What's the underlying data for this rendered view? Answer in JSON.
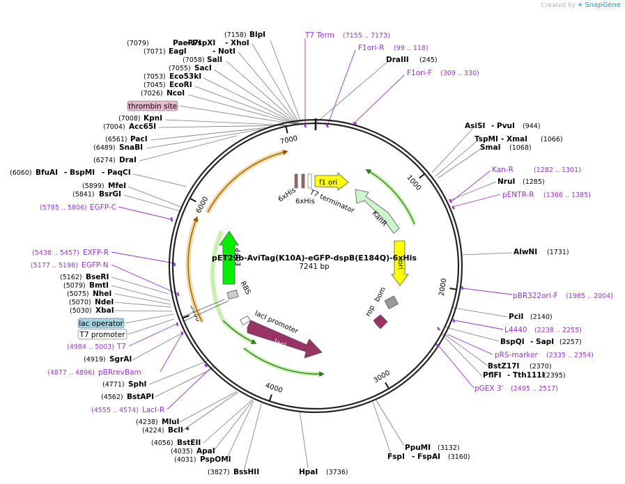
{
  "credit": {
    "prefix": "Created by",
    "icon": "snapgene-logo-icon",
    "brand": "SnapGene"
  },
  "plasmid": {
    "name": "pET29b-AviTag(K10A)-eGFP-dspB(E184Q)-6xHis",
    "length_label": "7241 bp",
    "length": 7241
  },
  "ticks": [
    "1000",
    "2000",
    "3000",
    "4000",
    "5000",
    "6000",
    "7000"
  ],
  "sites": [
    {
      "name": "BlpI",
      "pos": "(7158)"
    },
    {
      "name": "PaeR7I",
      "pos": "(7079)"
    },
    {
      "name": "- PspXI",
      "pos": ""
    },
    {
      "name": "- XhoI",
      "pos": ""
    },
    {
      "name": "EagI",
      "pos": "(7071)"
    },
    {
      "name": "- NotI",
      "pos": ""
    },
    {
      "name": "SalI",
      "pos": "(7058)"
    },
    {
      "name": "SacI",
      "pos": "(7055)"
    },
    {
      "name": "Eco53kI",
      "pos": "(7053)"
    },
    {
      "name": "EcoRI",
      "pos": "(7045)"
    },
    {
      "name": "NcoI",
      "pos": "(7026)"
    },
    {
      "name": "KpnI",
      "pos": "(7008)"
    },
    {
      "name": "Acc65I",
      "pos": "(7004)"
    },
    {
      "name": "PacI",
      "pos": "(6561)"
    },
    {
      "name": "SnaBI",
      "pos": "(6489)"
    },
    {
      "name": "DraI",
      "pos": "(6274)"
    },
    {
      "name": "BfuAI",
      "pos": "(6060)"
    },
    {
      "name": "- BspMI",
      "pos": ""
    },
    {
      "name": "- PaqCI",
      "pos": ""
    },
    {
      "name": "MfeI",
      "pos": "(5899)"
    },
    {
      "name": "BsrGI",
      "pos": "(5841)"
    },
    {
      "name": "BseRI",
      "pos": "(5162)"
    },
    {
      "name": "BmtI",
      "pos": "(5079)"
    },
    {
      "name": "NheI",
      "pos": "(5075)"
    },
    {
      "name": "NdeI",
      "pos": "(5070)"
    },
    {
      "name": "XbaI",
      "pos": "(5030)"
    },
    {
      "name": "SgrAI",
      "pos": "(4919)"
    },
    {
      "name": "SphI",
      "pos": "(4771)"
    },
    {
      "name": "BstAPI",
      "pos": "(4562)"
    },
    {
      "name": "MluI",
      "pos": "(4238)"
    },
    {
      "name": "BclI *",
      "pos": "(4224)"
    },
    {
      "name": "BstEII",
      "pos": "(4056)"
    },
    {
      "name": "ApaI",
      "pos": "(4035)"
    },
    {
      "name": "PspOMI",
      "pos": "(4031)"
    },
    {
      "name": "BssHII",
      "pos": "(3827)"
    },
    {
      "name": "HpaI",
      "pos": "(3736)"
    },
    {
      "name": "DraIII",
      "pos": "(245)"
    },
    {
      "name": "AsiSI",
      "pos": ""
    },
    {
      "name": "- PvuI",
      "pos": "(944)"
    },
    {
      "name": "TspMI",
      "pos": ""
    },
    {
      "name": "- XmaI",
      "pos": "(1066)"
    },
    {
      "name": "SmaI",
      "pos": "(1068)"
    },
    {
      "name": "NruI",
      "pos": "(1285)"
    },
    {
      "name": "AlwNI",
      "pos": "(1731)"
    },
    {
      "name": "PciI",
      "pos": "(2140)"
    },
    {
      "name": "BspQI",
      "pos": ""
    },
    {
      "name": "- SapI",
      "pos": "(2257)"
    },
    {
      "name": "BstZ17I",
      "pos": "(2370)"
    },
    {
      "name": "PflFI",
      "pos": ""
    },
    {
      "name": "- Tth111I",
      "pos": "(2395)"
    },
    {
      "name": "PpuMI",
      "pos": "(3132)"
    },
    {
      "name": "FspI",
      "pos": ""
    },
    {
      "name": "- FspAI",
      "pos": "(3160)"
    }
  ],
  "primers": [
    {
      "name": "T7 Term",
      "pos": "(7155 .. 7173)"
    },
    {
      "name": "F1ori-R",
      "pos": "(99 .. 118)"
    },
    {
      "name": "F1ori-F",
      "pos": "(309 .. 330)"
    },
    {
      "name": "EGFP-C",
      "pos": "(5785 .. 5806)"
    },
    {
      "name": "EXFP-R",
      "pos": "(5438 .. 5457)"
    },
    {
      "name": "EGFP-N",
      "pos": "(5177 .. 5198)"
    },
    {
      "name": "T7",
      "pos": "(4984 .. 5003)"
    },
    {
      "name": "pBRrevBam",
      "pos": "(4877 .. 4896)"
    },
    {
      "name": "LacI-R",
      "pos": "(4555 .. 4574)"
    },
    {
      "name": "Kan-R",
      "pos": "(1282 .. 1301)"
    },
    {
      "name": "pENTR-R",
      "pos": "(1366 .. 1385)"
    },
    {
      "name": "pBR322ori-F",
      "pos": "(1985 .. 2004)"
    },
    {
      "name": "L4440",
      "pos": "(2238 .. 2255)"
    },
    {
      "name": "pRS-marker",
      "pos": "(2335 .. 2354)"
    },
    {
      "name": "pGEX 3'",
      "pos": "(2495 .. 2517)"
    }
  ],
  "boxed_labels": [
    {
      "name": "thrombin site",
      "color": "#e8b8cc"
    },
    {
      "name": "lac operator",
      "color": "#a6d3e0"
    },
    {
      "name": "T7 promoter",
      "color": "#ffffff"
    }
  ],
  "features": [
    {
      "name": "f1 ori",
      "color": "#ffff00"
    },
    {
      "name": "KanR",
      "color": "#ccf5cc"
    },
    {
      "name": "ori",
      "color": "#ffff00"
    },
    {
      "name": "EGFP",
      "color": "#00ee00"
    },
    {
      "name": "lacI",
      "color": "#993366"
    },
    {
      "name": "lacI promoter",
      "color": "#ffffff"
    },
    {
      "name": "rop",
      "color": "#993366"
    },
    {
      "name": "bom",
      "color": "#999999"
    },
    {
      "name": "RBS",
      "color": "#cccccc"
    },
    {
      "name": "6xHis",
      "color": "#996666"
    },
    {
      "name": "6xHis",
      "color": "#996666"
    },
    {
      "name": "T7 terminator",
      "color": "#ffffff"
    }
  ],
  "colors": {
    "primer": "#9933cc",
    "backbone": "#000000",
    "orf_outline": "#d48a00",
    "orf_green": "#3a9a2a"
  }
}
